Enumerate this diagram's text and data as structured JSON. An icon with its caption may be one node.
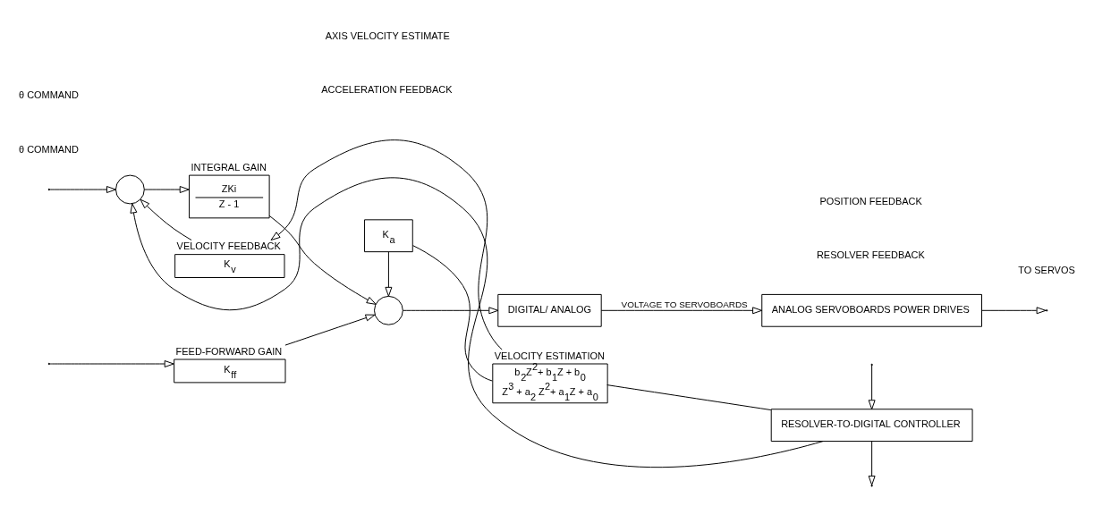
{
  "diagram": {
    "nodes": [
      {
        "text": [],
        "shape": "circle"
      },
      {
        "text": [
          "K$_{ff}$"
        ],
        "beside": [
          "FEED-FORWARD GAIN"
        ]
      },
      {
        "text": [
          "ZKi",
          "Z - 1"
        ],
        "beside": [
          "INTEGRAL GAIN"
        ]
      },
      {
        "text": [],
        "shape": "circle"
      },
      {
        "text": [
          "DIGITAL/ ANALOG"
        ]
      },
      {
        "text": [
          "ANALOG SERVOBOARDS POWER DRIVES"
        ]
      },
      {
        "text": [
          "K$_{a}$"
        ]
      },
      {
        "text": [
          "K$_{v}$"
        ],
        "beside": [
          "VELOCITY FEEDBACK"
        ]
      },
      {
        "text": [
          "VELOCITY ESTIMATION",
          "b$_{2}$Z$^{2}$+ b$_{1}$Z + b$_{0}$",
          "Z$^{3}$ + a$_{2}$ Z$^{2}$+ a$_{1}$Z + a$_{0}$"
        ]
      },
      {
        "text": [
          "RESOLVER-TO-DIGITAL CONTROLLER"
        ]
      }
    ],
    "edges": [
      {
        "from": null,
        "to": 0,
        "arrow": "to"
      },
      {
        "from": null,
        "to": 1,
        "arrow": "to"
      },
      {
        "from": 0,
        "to": 2,
        "arrow": "to"
      },
      {
        "from": 1,
        "to": 3,
        "arrow": "to"
      },
      {
        "from": 2,
        "to": 3,
        "arrow": "to"
      },
      {
        "from": 3,
        "to": 4,
        "arrow": "to"
      },
      {
        "from": 4,
        "to": 5,
        "arrow": "to",
        "label": "VOLTAGE TO SERVOBOARDS"
      },
      {
        "from": 5,
        "to": null,
        "arrow": "to"
      },
      {
        "from": null,
        "to": 9,
        "arrow": "to"
      },
      {
        "from": 9,
        "to": 8,
        "arrow": "none"
      },
      {
        "from": 9,
        "to": 0,
        "arrow": "to"
      },
      {
        "from": 9,
        "to": null,
        "arrow": "to"
      },
      {
        "from": 8,
        "to": 7,
        "arrow": "to"
      },
      {
        "from": 8,
        "to": 6,
        "arrow": "none"
      },
      {
        "from": 6,
        "to": 3,
        "arrow": "to"
      },
      {
        "from": 7,
        "to": 0,
        "arrow": "to"
      }
    ],
    "labels": [
      "θ COMMAND",
      "ACCELERATION FEEDBACK",
      "TO SERVOS",
      "AXIS VELOCITY ESTIMATE",
      "RESOLVER FEEDBACK",
      "POSITION FEEDBACK",
      "θ COMMAND"
    ]
  }
}
